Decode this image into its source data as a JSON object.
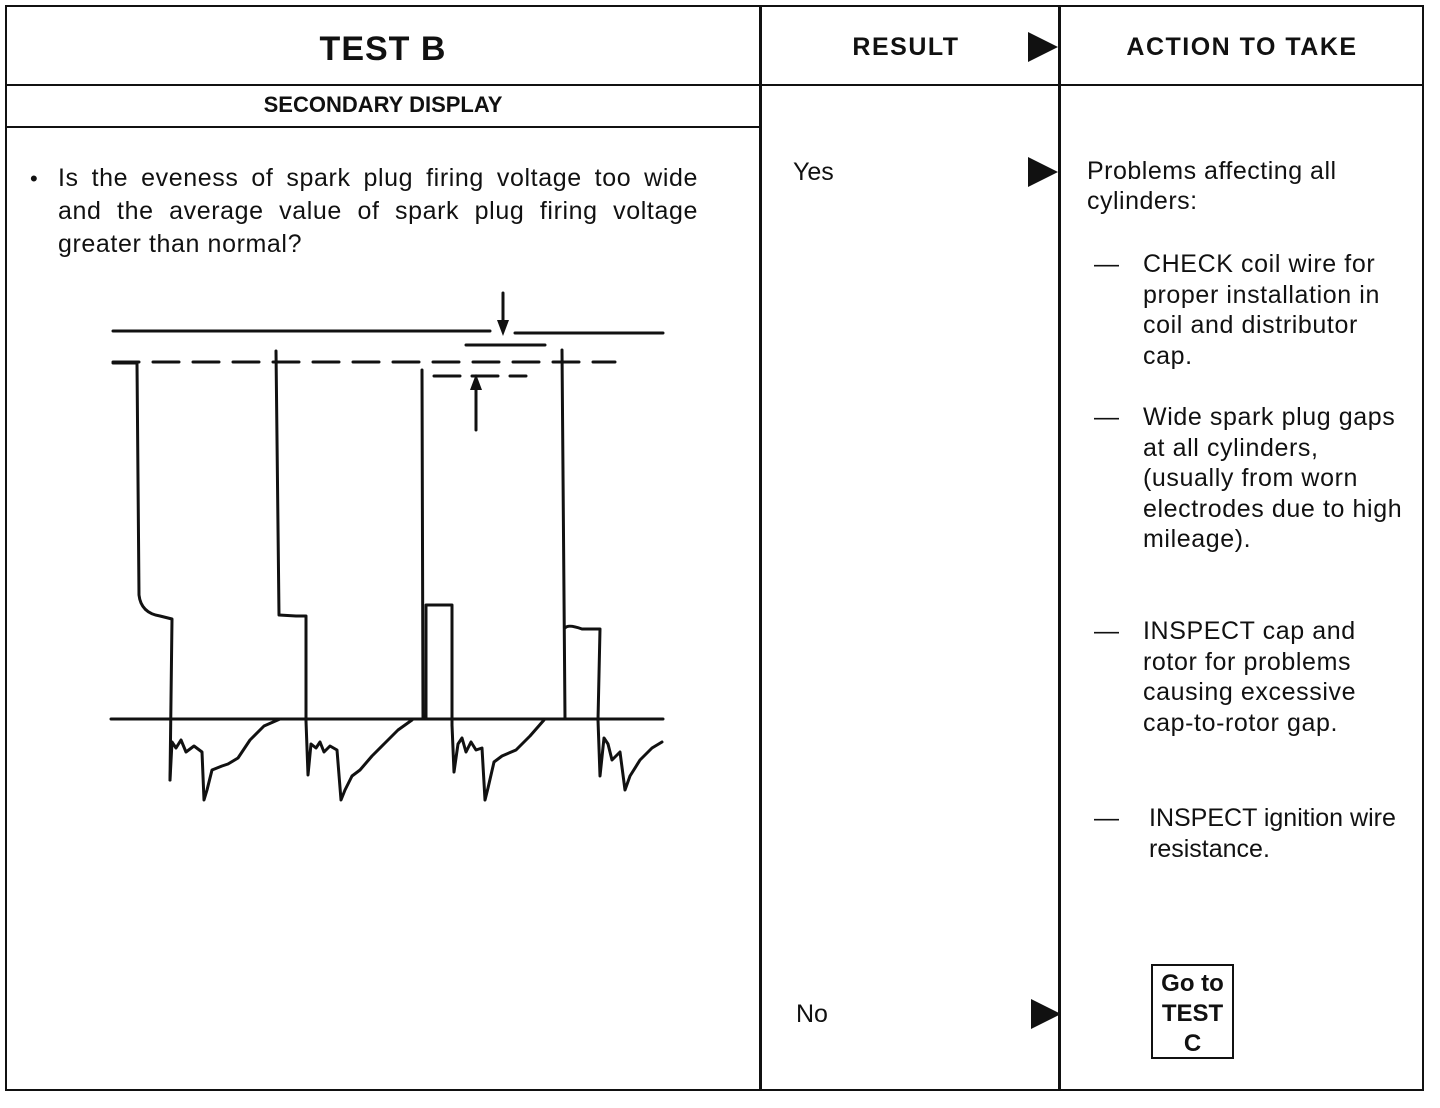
{
  "header": {
    "test_title": "TEST B",
    "result_title": "RESULT",
    "action_title": "ACTION TO TAKE"
  },
  "section": {
    "title": "SECONDARY DISPLAY",
    "question_bullet": "•",
    "question": "Is the eveness of spark plug firing voltage too wide and the average value of spark plug firing voltage greater than normal?"
  },
  "results": {
    "yes": "Yes",
    "no": "No"
  },
  "actions": {
    "intro": "Problems affecting all cylinders:",
    "dash": "—",
    "items": [
      "CHECK coil wire for proper installation in coil and distributor cap.",
      "Wide spark plug gaps at all cylinders, (usually from worn electrodes due to high mileage).",
      "INSPECT cap and rotor for problems causing excessive cap-to-rotor gap.",
      "INSPECT ignition wire resistance."
    ],
    "goto": {
      "line1": "Go to",
      "line2": "TEST",
      "line3": "C"
    }
  },
  "diagram": {
    "description_icon": "secondary-ignition-waveform",
    "line_color": "#111111"
  }
}
